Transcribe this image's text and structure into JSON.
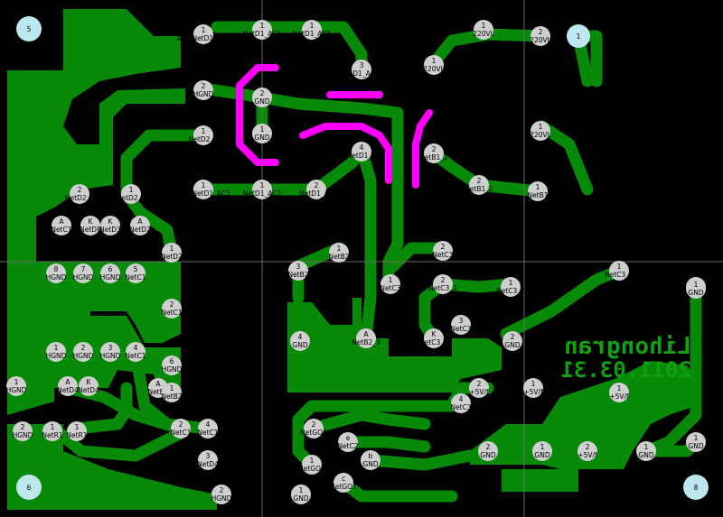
{
  "colors": {
    "background": "#000000",
    "copper": "#078a07",
    "pad": "#cfcfcf",
    "silkscreen": "#ff00ff",
    "grid": "#6a6a6a",
    "label_text": "#000000",
    "text_mark": "#10a010"
  },
  "mounting_holes": [
    {
      "id": "mh-top-left",
      "label": "5"
    },
    {
      "id": "mh-bottom-left",
      "label": "6"
    },
    {
      "id": "mh-bottom-right",
      "label": "8"
    },
    {
      "id": "mh-top-right",
      "label": "1"
    }
  ],
  "board_marks": {
    "author": "Lihongran",
    "date": "2011.03.31"
  },
  "pads": [
    {
      "n": "1",
      "t": "AC1 NetD1_AC1"
    },
    {
      "n": "1",
      "t": "NetD1_AC1"
    },
    {
      "n": "1",
      "t": "NetD1_AC1"
    },
    {
      "n": "3",
      "t": "D1_A"
    },
    {
      "n": "2",
      "t": "HGND"
    },
    {
      "n": "2",
      "t": "GND"
    },
    {
      "n": "1",
      "t": "GND"
    },
    {
      "n": "4",
      "t": "NetD1_A"
    },
    {
      "n": "1",
      "t": "NetD2_A"
    },
    {
      "n": "1",
      "t": "AC2 NetD1_AC2"
    },
    {
      "n": "1",
      "t": "NetD1_AC2"
    },
    {
      "n": "2",
      "t": "NetD1_AC"
    },
    {
      "n": "1",
      "t": "220VL"
    },
    {
      "n": "2",
      "t": "220VL"
    },
    {
      "n": "1",
      "t": ""
    },
    {
      "n": "1",
      "t": "220VL"
    },
    {
      "n": "1",
      "t": "220VL"
    },
    {
      "n": "2",
      "t": "NetB1_2"
    },
    {
      "n": "2",
      "t": "NetB1_2"
    },
    {
      "n": "1",
      "t": "NetB1"
    },
    {
      "n": "2",
      "t": "NetD2_2"
    },
    {
      "n": "1",
      "t": "NetD2_2"
    },
    {
      "n": "A",
      "t": "NetC1"
    },
    {
      "n": "K",
      "t": "NetD8"
    },
    {
      "n": "K",
      "t": "NetD3"
    },
    {
      "n": "A",
      "t": "NetD2"
    },
    {
      "n": "1",
      "t": "NetD2"
    },
    {
      "n": "1",
      "t": "NetB2"
    },
    {
      "n": "2",
      "t": "NetC3"
    },
    {
      "n": "3",
      "t": "NetB2"
    },
    {
      "n": "1",
      "t": "NetC3"
    },
    {
      "n": "2",
      "t": "NetC3_2"
    },
    {
      "n": "1",
      "t": "NetC3_2"
    },
    {
      "n": "1",
      "t": "NetC3_2"
    },
    {
      "n": "8",
      "t": "HGND"
    },
    {
      "n": "7",
      "t": "HGND"
    },
    {
      "n": "6",
      "t": "HGND"
    },
    {
      "n": "5",
      "t": "NetC1"
    },
    {
      "n": "2",
      "t": "NetC1"
    },
    {
      "n": "A",
      "t": "NetB2_3"
    },
    {
      "n": "K",
      "t": "NetC3_2"
    },
    {
      "n": "3",
      "t": "NetC3"
    },
    {
      "n": "4",
      "t": "GND"
    },
    {
      "n": "2",
      "t": "GND"
    },
    {
      "n": "2",
      "t": "5V/f"
    },
    {
      "n": "1",
      "t": "HGND"
    },
    {
      "n": "2",
      "t": "HGND"
    },
    {
      "n": "3",
      "t": "HGND"
    },
    {
      "n": "4",
      "t": "NetC1"
    },
    {
      "n": "6",
      "t": "HGND"
    },
    {
      "n": "1",
      "t": "HGND"
    },
    {
      "n": "A",
      "t": "NetD4"
    },
    {
      "n": "K",
      "t": "NetD4"
    },
    {
      "n": "A",
      "t": "NetB2"
    },
    {
      "n": "1",
      "t": "NetB2"
    },
    {
      "n": "2",
      "t": "NetC1"
    },
    {
      "n": "4",
      "t": "NetC1"
    },
    {
      "n": "2",
      "t": "HGND"
    },
    {
      "n": "1",
      "t": "NetR1"
    },
    {
      "n": "1",
      "t": "NetR1"
    },
    {
      "n": "3",
      "t": "NetD4"
    },
    {
      "n": "2",
      "t": "HGND"
    },
    {
      "n": "2",
      "t": "NetGO1"
    },
    {
      "n": "e",
      "t": "NetC2"
    },
    {
      "n": "1",
      "t": "NetGO1"
    },
    {
      "n": "b",
      "t": "GND"
    },
    {
      "n": "c",
      "t": "NetGO1"
    },
    {
      "n": "1",
      "t": "GND"
    },
    {
      "n": "4",
      "t": "NetC3"
    },
    {
      "n": "2",
      "t": "GND"
    },
    {
      "n": "1",
      "t": "GND"
    },
    {
      "n": "1",
      "t": "+5V/f"
    },
    {
      "n": "2",
      "t": "+5V/f"
    },
    {
      "n": "1",
      "t": "+5V/f"
    },
    {
      "n": "2",
      "t": "+5V/f"
    },
    {
      "n": "1",
      "t": "GND"
    },
    {
      "n": "1",
      "t": "GND"
    },
    {
      "n": "1",
      "t": "GND"
    }
  ]
}
